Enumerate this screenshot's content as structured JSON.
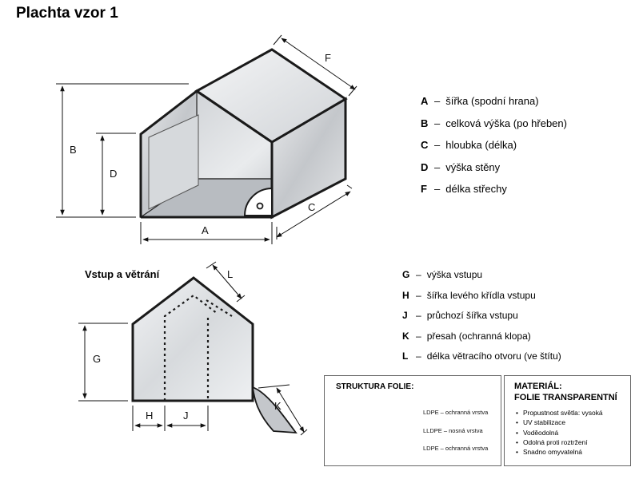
{
  "title": "Plachta vzor 1",
  "subtitle": "Vstup a větrání",
  "dimension_letters": {
    "A": "A",
    "B": "B",
    "C": "C",
    "D": "D",
    "F": "F",
    "G": "G",
    "H": "H",
    "J": "J",
    "K": "K",
    "L": "L"
  },
  "legend_dimensions": [
    {
      "key": "A",
      "text": "šířka (spodní hrana)"
    },
    {
      "key": "B",
      "text": "celková výška (po hřeben)"
    },
    {
      "key": "C",
      "text": "hloubka (délka)"
    },
    {
      "key": "D",
      "text": "výška stěny"
    },
    {
      "key": "F",
      "text": "délka střechy"
    }
  ],
  "legend_entrance": [
    {
      "key": "G",
      "text": "výška vstupu"
    },
    {
      "key": "H",
      "text": "šířka levého křídla vstupu"
    },
    {
      "key": "J",
      "text": "průchozí šířka vstupu"
    },
    {
      "key": "K",
      "text": "přesah (ochranná klopa)"
    },
    {
      "key": "L",
      "text": "délka větracího otvoru (ve štítu)"
    }
  ],
  "separator": "–",
  "structure": {
    "heading": "STRUKTURA FOLIE:",
    "layers": [
      "LDPE – ochranná vrstva",
      "LLDPE – nosná vrstva",
      "LDPE – ochranná vrstva"
    ]
  },
  "material": {
    "heading_line1": "MATERIÁL:",
    "heading_line2": "FOLIE TRANSPARENTNÍ",
    "properties": [
      "Propustnost světla: vysoká",
      "UV stabilizace",
      "Voděodolná",
      "Odolná proti roztržení",
      "Snadno omyvatelná"
    ]
  },
  "colors": {
    "outline": "#1a1a1a",
    "panel_fill_light": "#e6e8eb",
    "panel_fill_dark": "#a9adb3",
    "accent_gray": "#8c8f94"
  }
}
